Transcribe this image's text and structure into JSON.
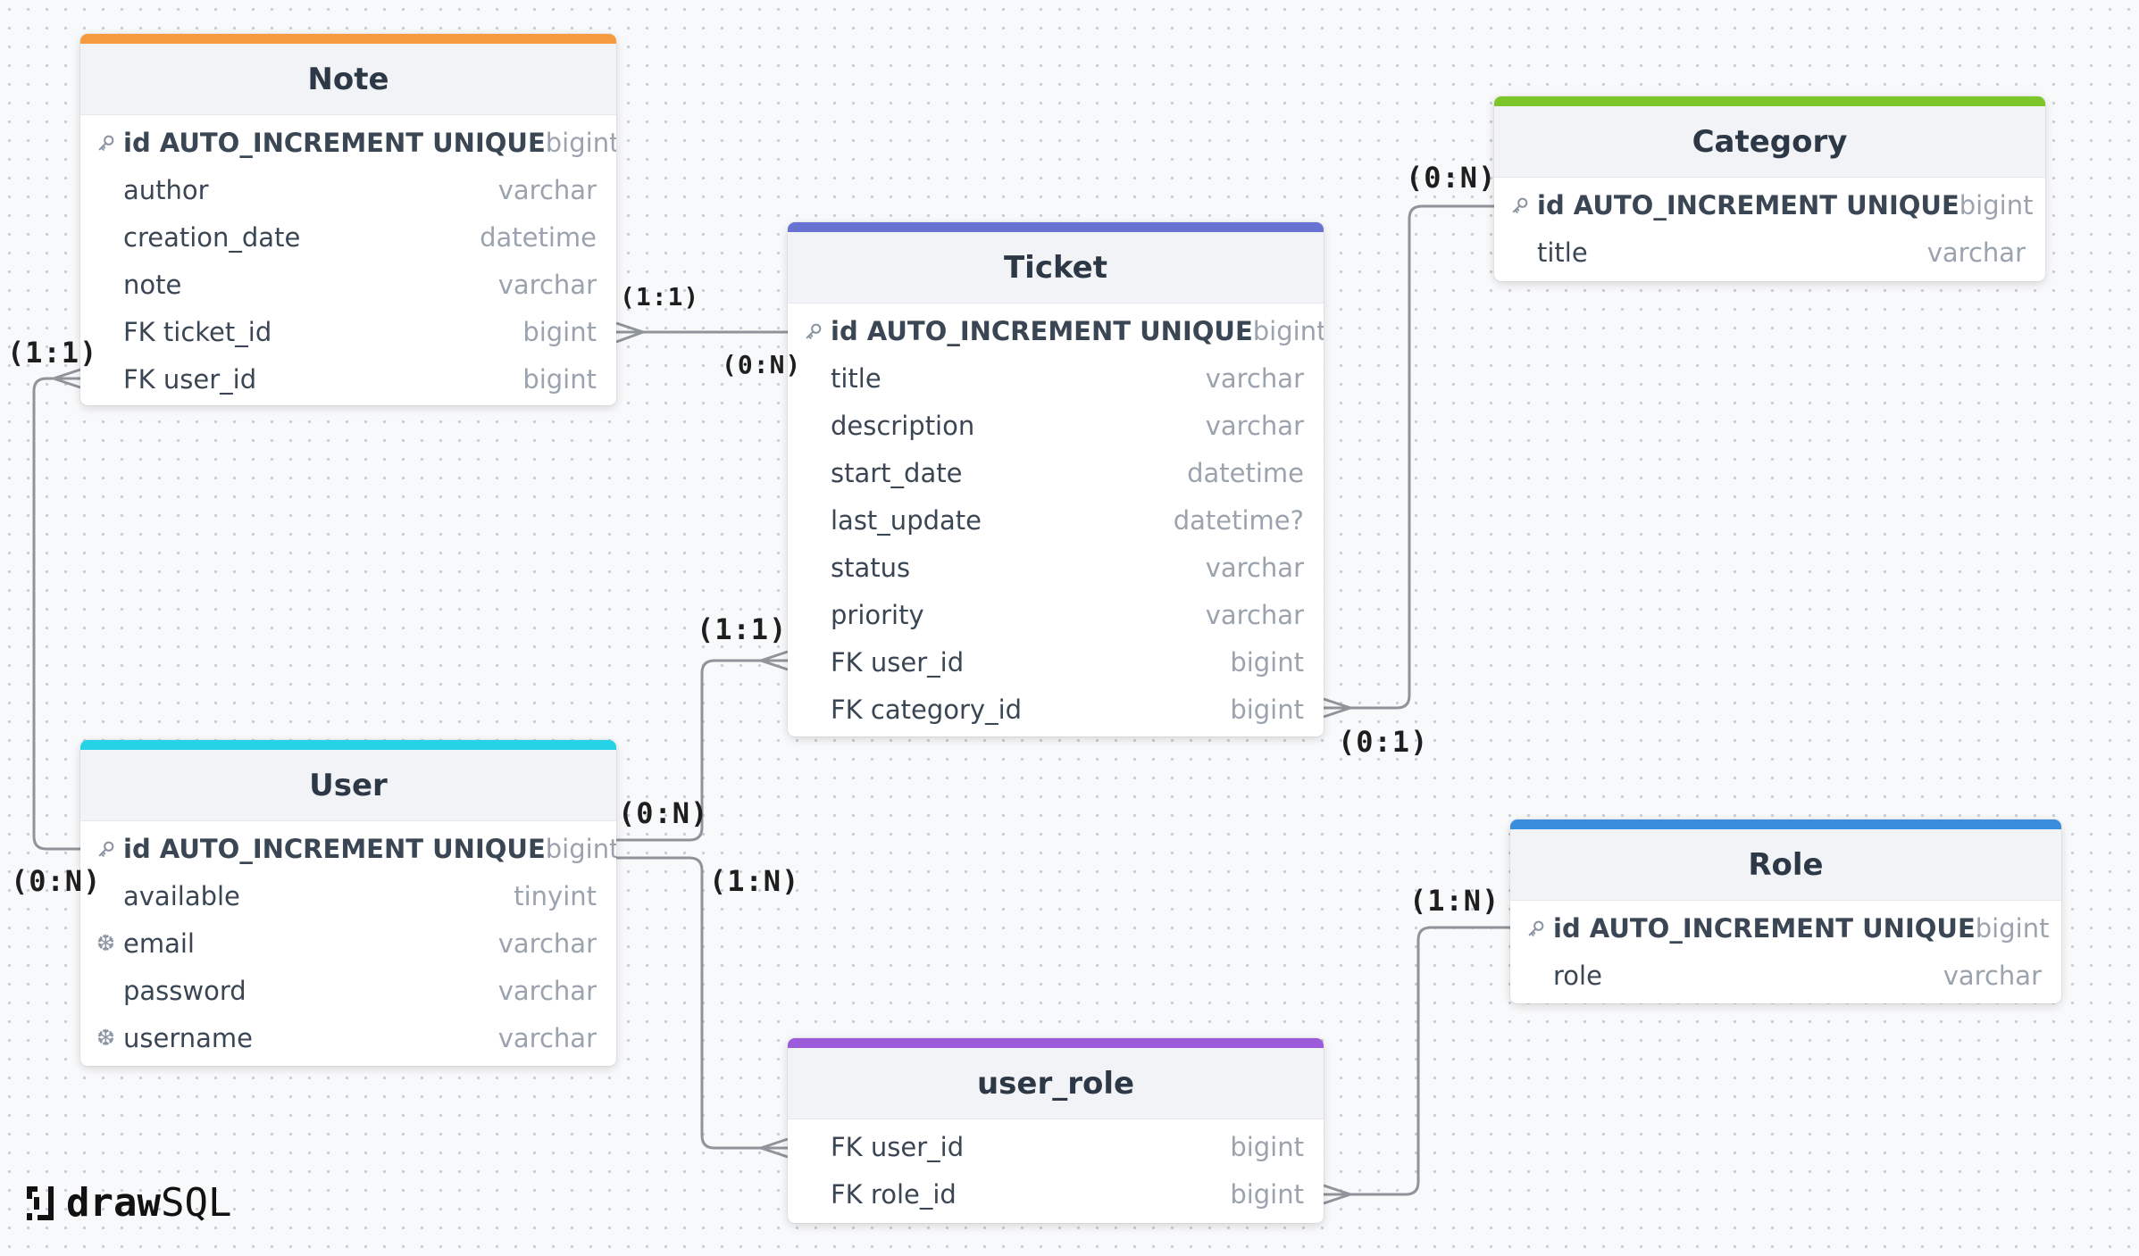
{
  "tables": {
    "note": {
      "title": "Note",
      "color": "#f59a3d",
      "rows": [
        {
          "icon": "key",
          "name": "id AUTO_INCREMENT UNIQUE",
          "type": "bigint"
        },
        {
          "icon": "",
          "name": "author",
          "type": "varchar"
        },
        {
          "icon": "",
          "name": "creation_date",
          "type": "datetime"
        },
        {
          "icon": "",
          "name": "note",
          "type": "varchar"
        },
        {
          "icon": "",
          "name": "FK ticket_id",
          "type": "bigint"
        },
        {
          "icon": "",
          "name": "FK user_id",
          "type": "bigint"
        }
      ]
    },
    "ticket": {
      "title": "Ticket",
      "color": "#6772d3",
      "rows": [
        {
          "icon": "key",
          "name": "id AUTO_INCREMENT UNIQUE",
          "type": "bigint"
        },
        {
          "icon": "",
          "name": "title",
          "type": "varchar"
        },
        {
          "icon": "",
          "name": "description",
          "type": "varchar"
        },
        {
          "icon": "",
          "name": "start_date",
          "type": "datetime"
        },
        {
          "icon": "",
          "name": "last_update",
          "type": "datetime?"
        },
        {
          "icon": "",
          "name": "status",
          "type": "varchar"
        },
        {
          "icon": "",
          "name": "priority",
          "type": "varchar"
        },
        {
          "icon": "",
          "name": "FK user_id",
          "type": "bigint"
        },
        {
          "icon": "",
          "name": "FK category_id",
          "type": "bigint"
        }
      ]
    },
    "category": {
      "title": "Category",
      "color": "#7cc62a",
      "rows": [
        {
          "icon": "key",
          "name": "id AUTO_INCREMENT UNIQUE",
          "type": "bigint"
        },
        {
          "icon": "",
          "name": "title",
          "type": "varchar"
        }
      ]
    },
    "user": {
      "title": "User",
      "color": "#25d3e6",
      "rows": [
        {
          "icon": "key",
          "name": "id AUTO_INCREMENT UNIQUE",
          "type": "bigint"
        },
        {
          "icon": "",
          "name": "available",
          "type": "tinyint"
        },
        {
          "icon": "snowflake",
          "name": "email",
          "type": "varchar"
        },
        {
          "icon": "",
          "name": "password",
          "type": "varchar"
        },
        {
          "icon": "snowflake",
          "name": "username",
          "type": "varchar"
        }
      ]
    },
    "role": {
      "title": "Role",
      "color": "#3a8cdc",
      "rows": [
        {
          "icon": "key",
          "name": "id AUTO_INCREMENT UNIQUE",
          "type": "bigint"
        },
        {
          "icon": "",
          "name": "role",
          "type": "varchar"
        }
      ]
    },
    "user_role": {
      "title": "user_role",
      "color": "#9b5bdb",
      "rows": [
        {
          "icon": "",
          "name": "FK user_id",
          "type": "bigint"
        },
        {
          "icon": "",
          "name": "FK role_id",
          "type": "bigint"
        }
      ]
    }
  },
  "relations": {
    "note_ticket_a": "(1:1)",
    "note_ticket_b": "(0:N)",
    "note_user_a": "(1:1)",
    "note_user_b": "(0:N)",
    "ticket_user_a": "(1:1)",
    "ticket_user_b": "(0:N)",
    "ticket_category_a": "(0:N)",
    "ticket_category_b": "(0:1)",
    "user_userrole": "(1:N)",
    "role_userrole": "(1:N)"
  },
  "brand": {
    "bold": "draw",
    "light": "SQL"
  },
  "colors": {
    "line": "#8f949a",
    "label": "#1e1e1e"
  }
}
